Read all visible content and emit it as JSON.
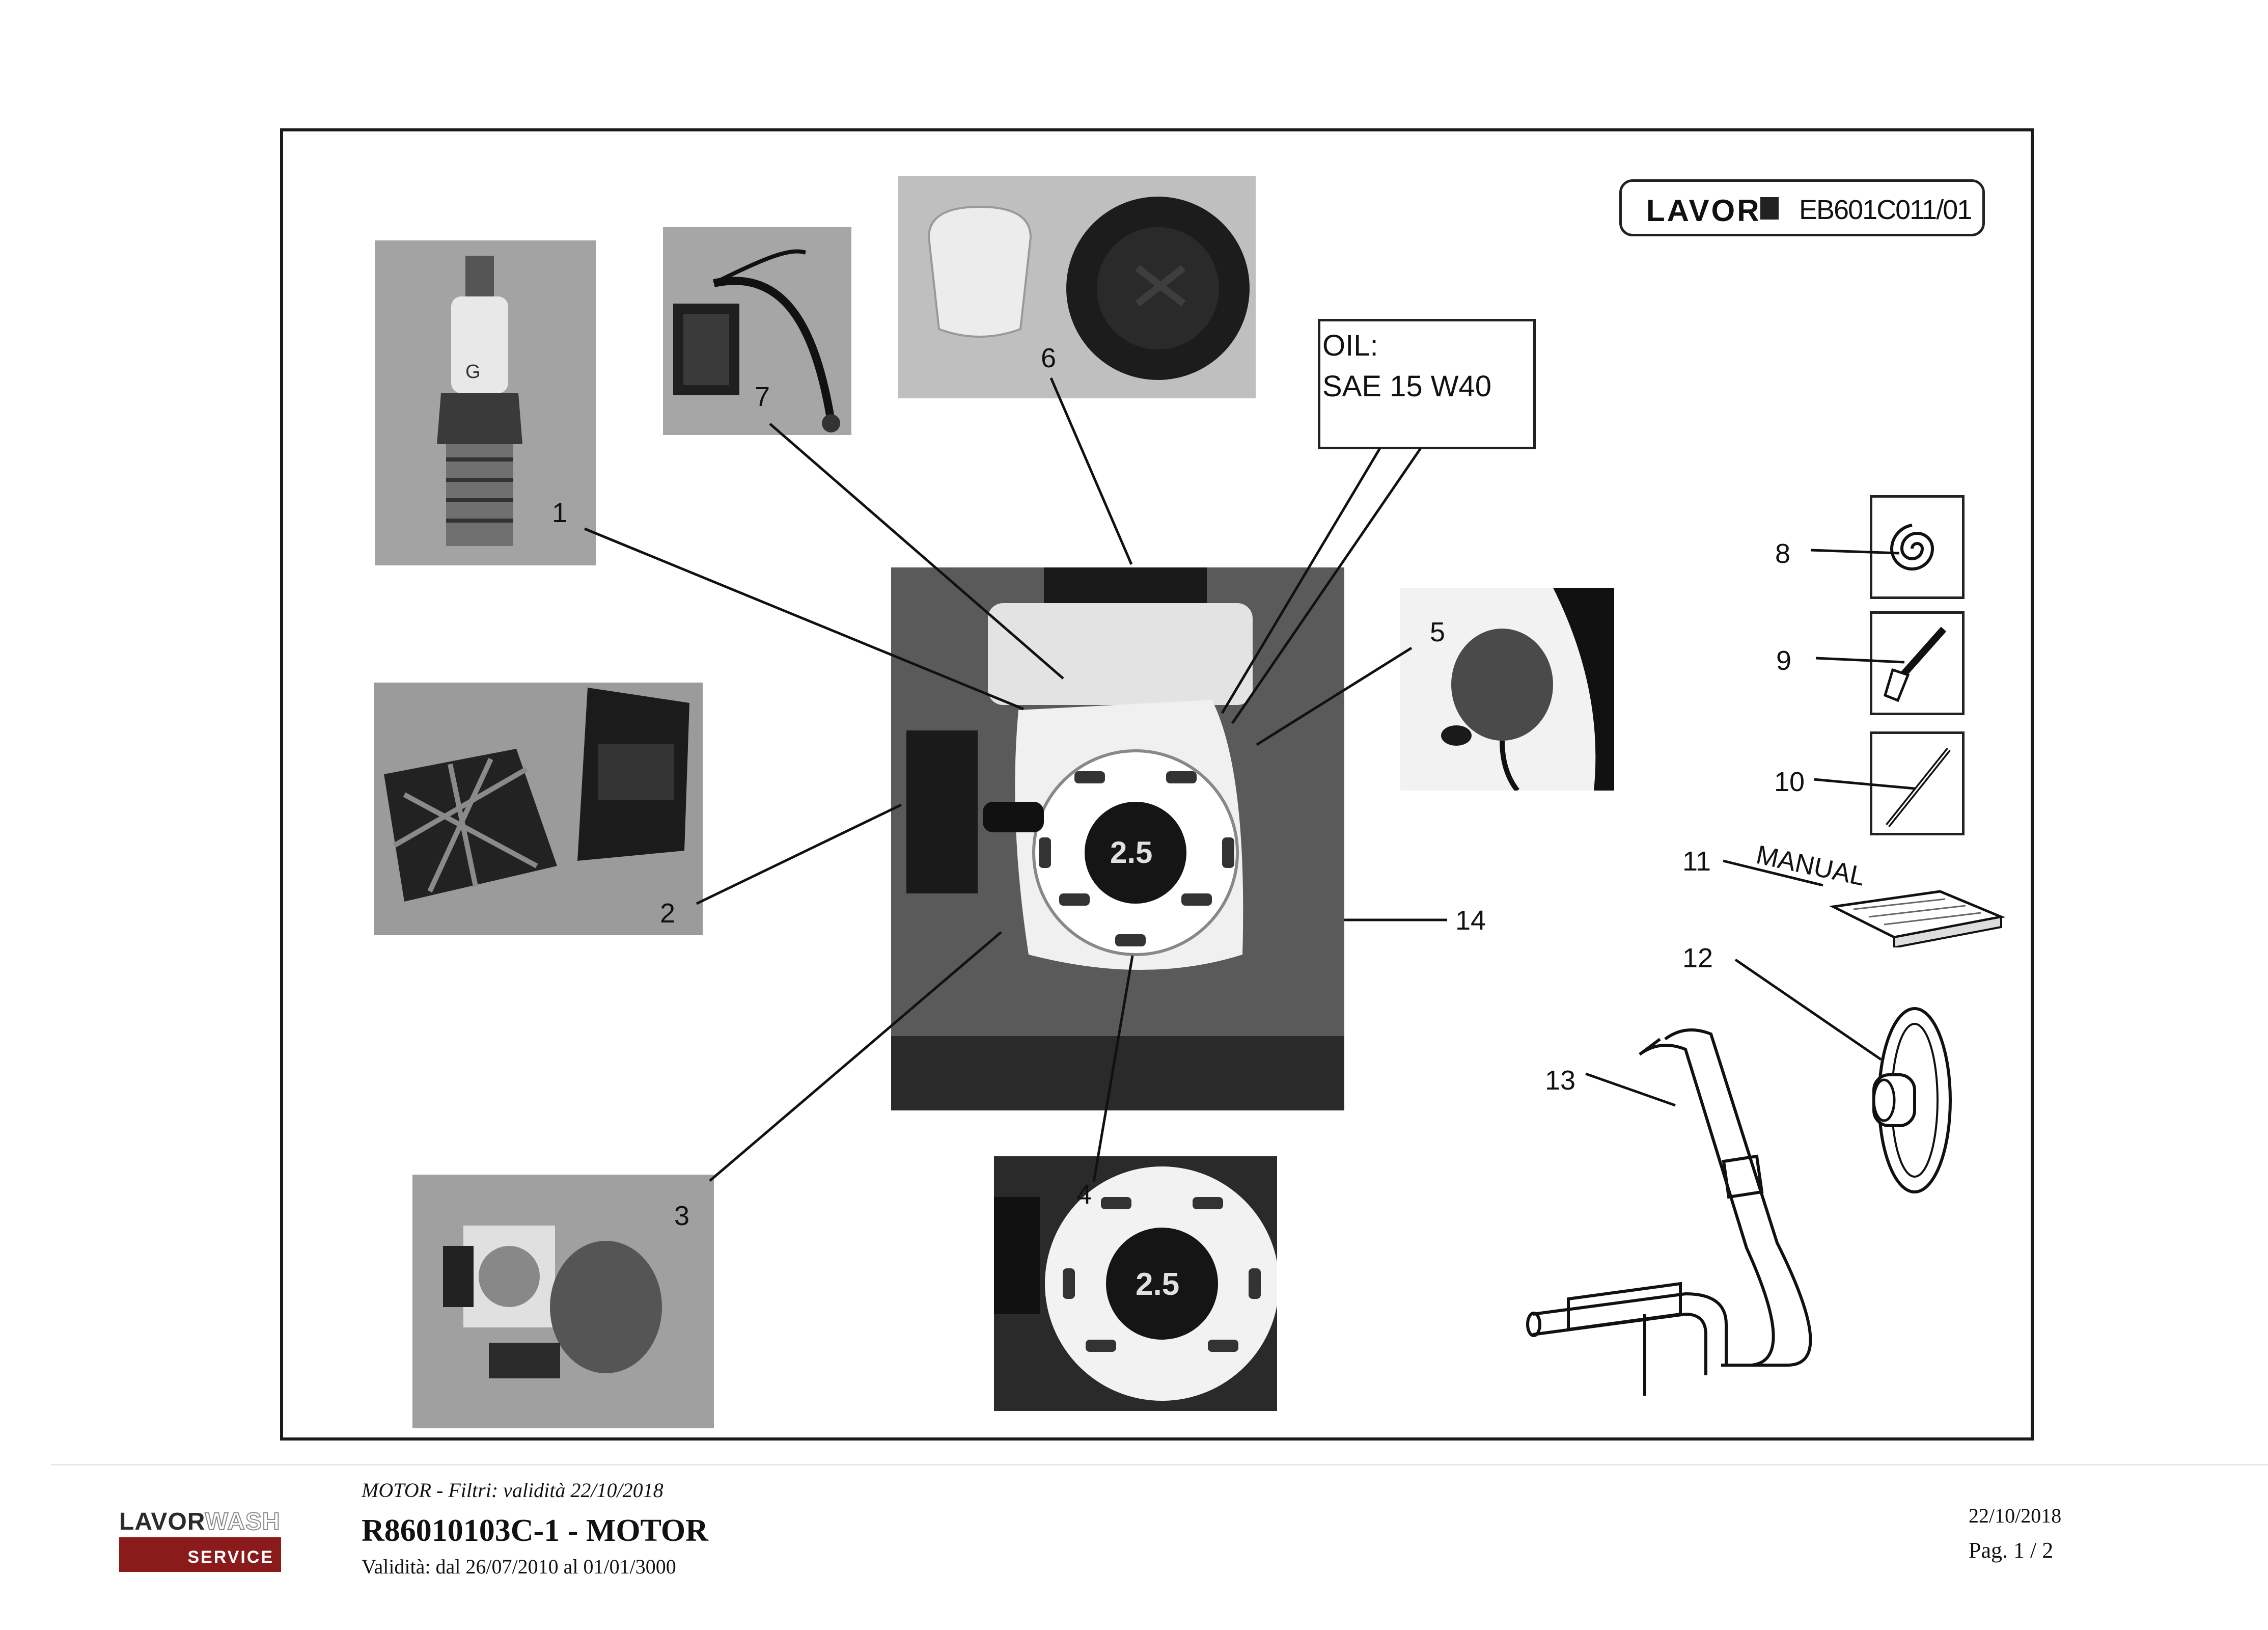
{
  "frame": {
    "brand": "LAVOR",
    "doc_code": "EB601C011/01",
    "oil_label": "OIL:",
    "oil_spec": "SAE 15 W40",
    "manual_label": "MANUAL"
  },
  "callouts": [
    "1",
    "2",
    "3",
    "4",
    "5",
    "6",
    "7",
    "8",
    "9",
    "10",
    "11",
    "12",
    "13",
    "14"
  ],
  "footer": {
    "logo_brand": "LAVOR",
    "logo_wash": "WASH",
    "logo_service": "SERVICE",
    "subtitle": "MOTOR - Filtri: validità 22/10/2018",
    "title": "R86010103C-1 - MOTOR",
    "validity": "Validità: dal 26/07/2010 al 01/01/3000",
    "date": "22/10/2018",
    "page": "Pag. 1 / 2"
  },
  "colors": {
    "frame": "#1a1a1a",
    "photo_gray": "#9a9a9a",
    "logo_red": "#8b1a1a"
  }
}
